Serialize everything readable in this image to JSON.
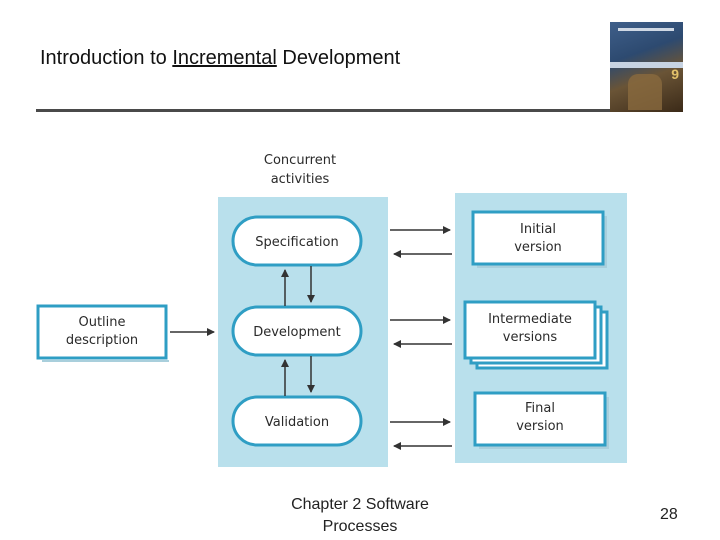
{
  "slide": {
    "title_before": "Introduction to ",
    "title_underlined": "Incremental",
    "title_after": " Development",
    "footer": "Chapter 2 Software Processes",
    "page_number": "28"
  },
  "diagram": {
    "concurrent_label": [
      "Concurrent",
      "activities"
    ],
    "outline_label": [
      "Outline",
      "description"
    ],
    "activities": [
      "Specification",
      "Development",
      "Validation"
    ],
    "versions": [
      [
        "Initial",
        "version"
      ],
      [
        "Intermediate",
        "versions"
      ],
      [
        "Final",
        "version"
      ]
    ]
  },
  "colors": {
    "panel": "#b9e0ec",
    "box_border": "#2f9ec4",
    "arrow": "#333333"
  }
}
